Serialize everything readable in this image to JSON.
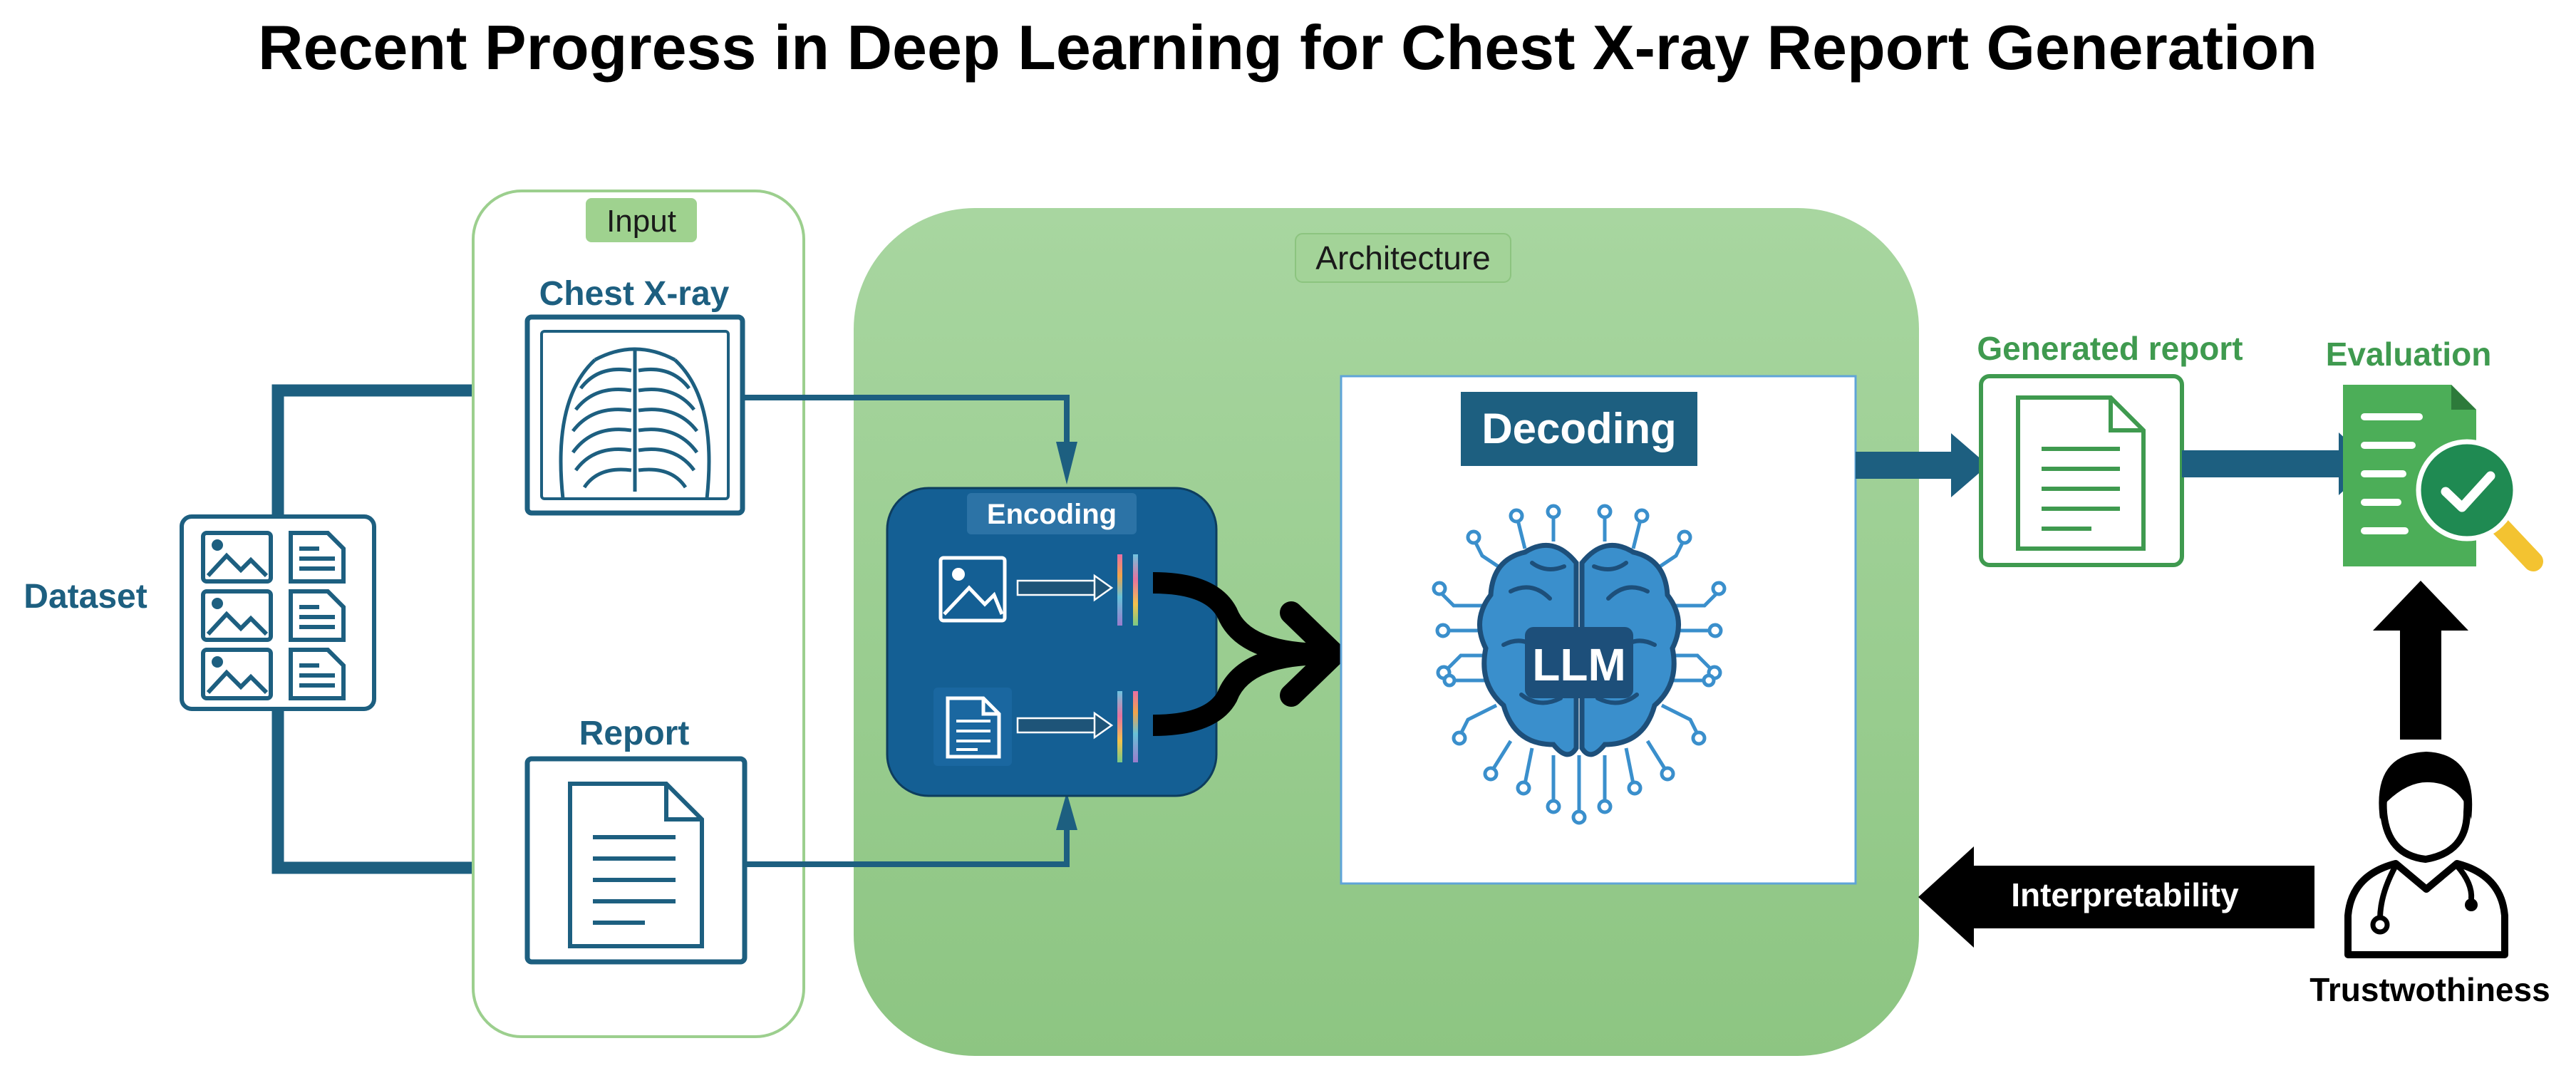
{
  "title": "Recent Progress in Deep Learning for Chest X-ray Report Generation",
  "nodes": {
    "dataset": "Dataset",
    "input": "Input",
    "chest_xray": "Chest X-ray",
    "report": "Report",
    "architecture": "Architecture",
    "encoding": "Encoding",
    "decoding": "Decoding",
    "llm": "LLM",
    "generated_report": "Generated report",
    "evaluation": "Evaluation",
    "interpretability": "Interpretability",
    "trustworthiness": "Trustwothiness"
  },
  "colors": {
    "navy": "#1d5f80",
    "encoding_block": "#145f94",
    "green_panel": "#9ecf94",
    "green_text": "#3f9a4f",
    "badge_green": "#9fd28f",
    "evaluation_green": "#4cae58",
    "check_circle": "#1f8a52",
    "magnifier_handle": "#f3c331",
    "brain_blue": "#3a8fcc"
  },
  "icons": {
    "dataset": "dataset-grid-icon",
    "chest_xray": "xray-ribcage-icon",
    "report": "document-icon",
    "generated_report": "document-icon",
    "evaluation": "clipboard-check-magnifier-icon",
    "llm": "circuit-brain-icon",
    "trustworthiness": "doctor-stethoscope-icon"
  }
}
